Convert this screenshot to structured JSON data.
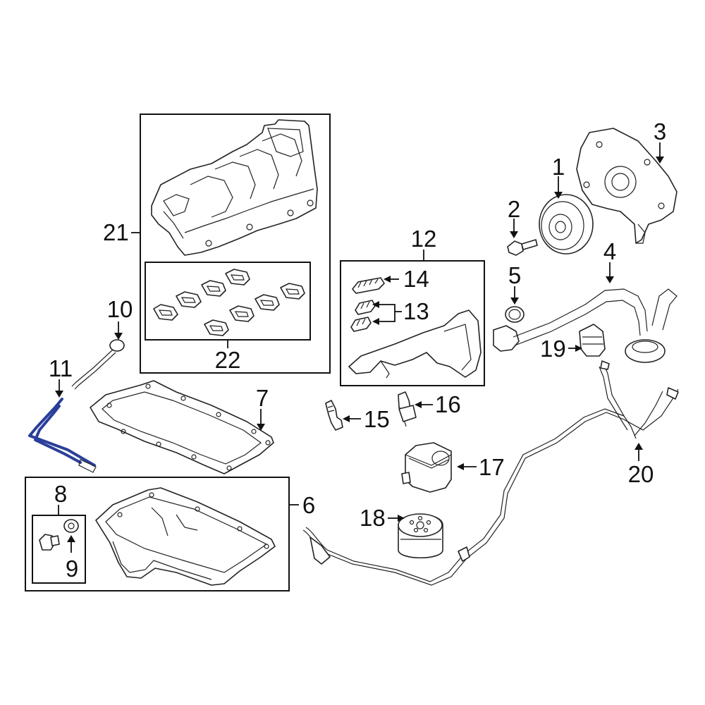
{
  "diagram": {
    "highlight_color": "#2a3f9a",
    "line_color": "#111111",
    "callouts": [
      "1",
      "2",
      "3",
      "4",
      "5",
      "6",
      "7",
      "8",
      "9",
      "10",
      "11",
      "12",
      "13",
      "14",
      "15",
      "16",
      "17",
      "18",
      "19",
      "20",
      "21",
      "22"
    ]
  }
}
